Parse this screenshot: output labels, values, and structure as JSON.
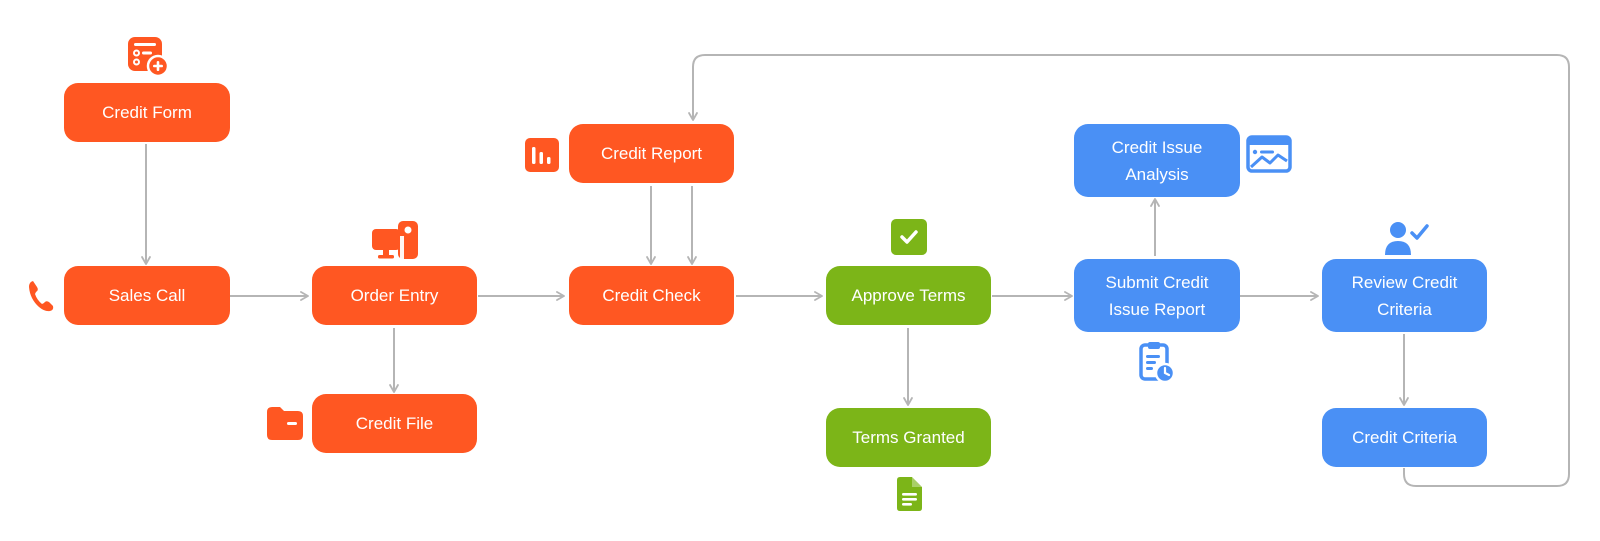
{
  "colors": {
    "orange": "#FF5722",
    "green": "#7CB518",
    "blue": "#4A90F5",
    "connector": "#B5B5B5"
  },
  "nodes": {
    "credit_form": "Credit Form",
    "sales_call": "Sales Call",
    "order_entry": "Order Entry",
    "credit_file": "Credit File",
    "credit_report": "Credit Report",
    "credit_check": "Credit Check",
    "approve_terms": "Approve Terms",
    "terms_granted": "Terms Granted",
    "credit_issue_analysis": "Credit Issue\nAnalysis",
    "submit_credit_issue_report": "Submit Credit\nIssue Report",
    "review_credit_criteria": "Review Credit\nCriteria",
    "credit_criteria": "Credit Criteria"
  },
  "edges": [
    [
      "Credit Form",
      "Sales Call"
    ],
    [
      "Sales Call",
      "Order Entry"
    ],
    [
      "Order Entry",
      "Credit File"
    ],
    [
      "Order Entry",
      "Credit Check"
    ],
    [
      "Credit Report",
      "Credit Check"
    ],
    [
      "Credit Check",
      "Approve Terms"
    ],
    [
      "Approve Terms",
      "Terms Granted"
    ],
    [
      "Approve Terms",
      "Submit Credit Issue Report"
    ],
    [
      "Submit Credit Issue Report",
      "Credit Issue Analysis"
    ],
    [
      "Submit Credit Issue Report",
      "Review Credit Criteria"
    ],
    [
      "Review Credit Criteria",
      "Credit Criteria"
    ],
    [
      "Credit Criteria",
      "Credit Report"
    ]
  ],
  "icons": [
    "form-add-icon",
    "phone-icon",
    "computer-person-icon",
    "folder-icon",
    "bar-chart-icon",
    "checkmark-icon",
    "document-icon",
    "image-chart-icon",
    "clipboard-clock-icon",
    "user-check-icon"
  ]
}
